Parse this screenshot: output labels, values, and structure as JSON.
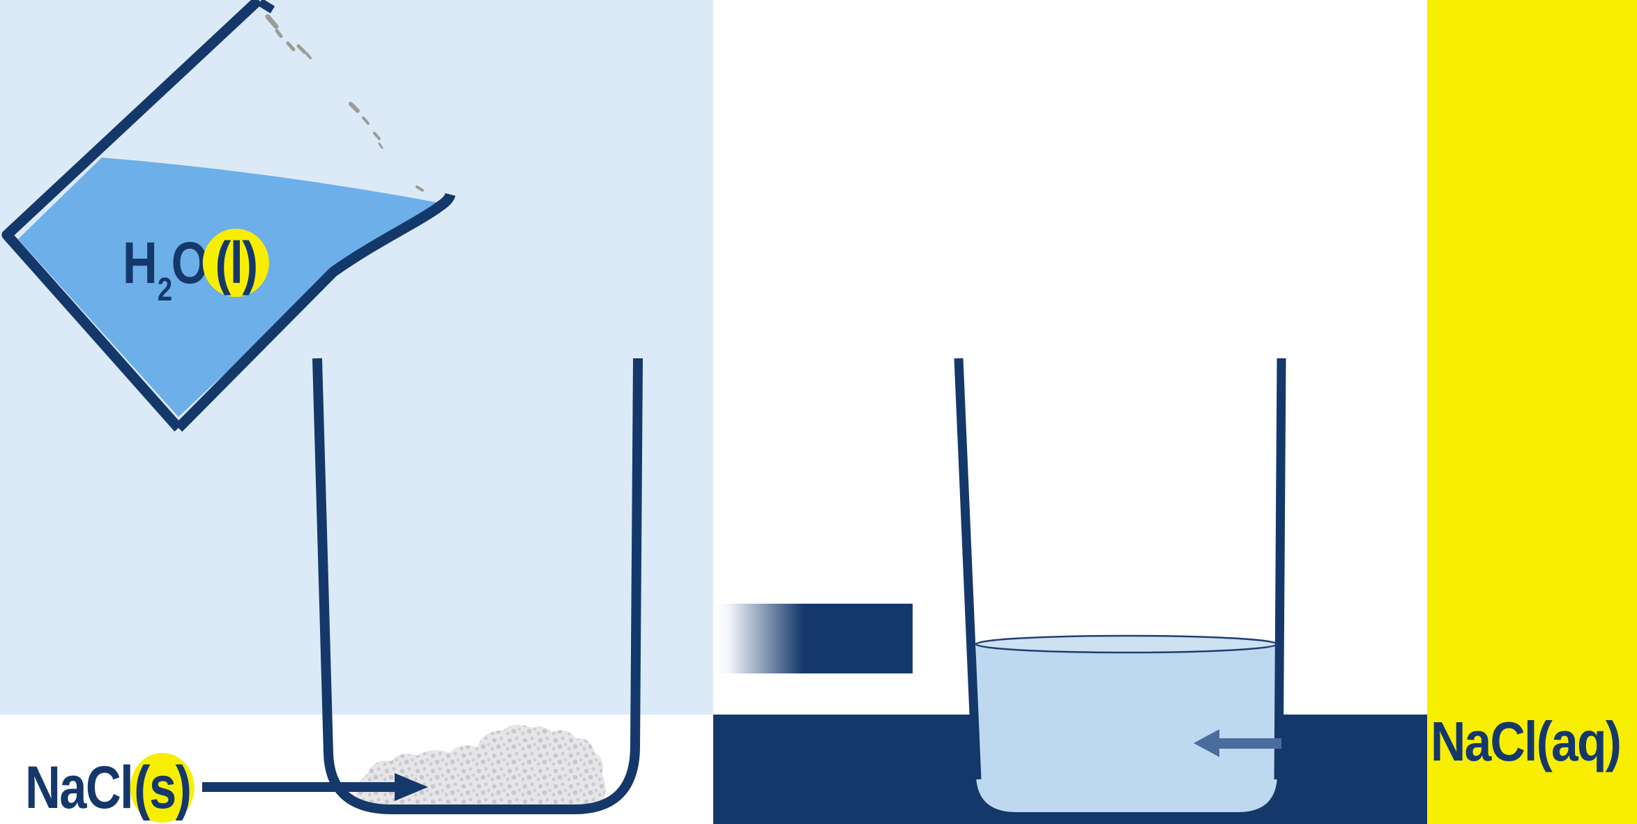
{
  "labels": {
    "water": {
      "element_1": "H",
      "subscript": "2",
      "element_2": "O",
      "state": "(l)"
    },
    "solid": {
      "formula": "NaCl",
      "state": "(s)"
    },
    "solution": {
      "formula": "NaCl(aq)"
    }
  },
  "icons": {
    "flask": "erlenmeyer-flask-pouring-icon",
    "solid_pointer": "right-arrow-icon",
    "transition_bar": "fade-in-gradient-bar",
    "dissolve_pointer": "left-arrow-icon",
    "salt_pile": "granular-solid-pile"
  },
  "colors": {
    "navy": "#15386b",
    "water_blue": "#6cafe9",
    "panel_pale_blue": "#dceaf8",
    "highlight_yellow": "#f8ee00",
    "solution_fill": "#bed9ef",
    "solution_surface": "#cde1f3",
    "dissolve_arrow": "#4a6d9e",
    "salt_base": "#e6e5e8",
    "salt_speckle": "#c7c7cc",
    "sketch_gray": "#9b9b97"
  }
}
